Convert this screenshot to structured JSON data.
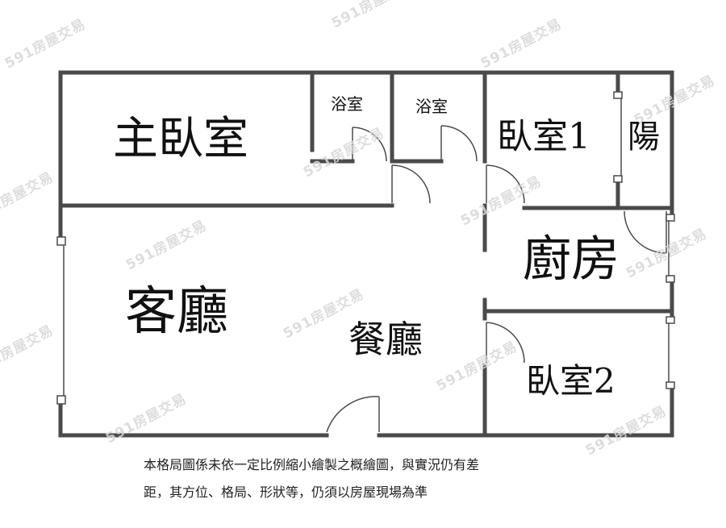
{
  "rooms": {
    "master_bedroom": "主臥室",
    "bathroom_1": "浴室",
    "bathroom_2": "浴室",
    "bedroom_1": "臥室1",
    "balcony": "陽",
    "kitchen": "廚房",
    "living_room": "客廳",
    "dining_room": "餐廳",
    "bedroom_2": "臥室2"
  },
  "disclaimer": {
    "line1": "本格局圖係未依一定比例縮小繪製之概繪圖，與實況仍有差",
    "line2": "距，其方位、格局、形狀等，仍須以房屋現場為準"
  },
  "watermark": "591房屋交易",
  "colors": {
    "wall": "#4a4a4a",
    "background": "#ffffff",
    "watermark": "#d8d8d8"
  }
}
